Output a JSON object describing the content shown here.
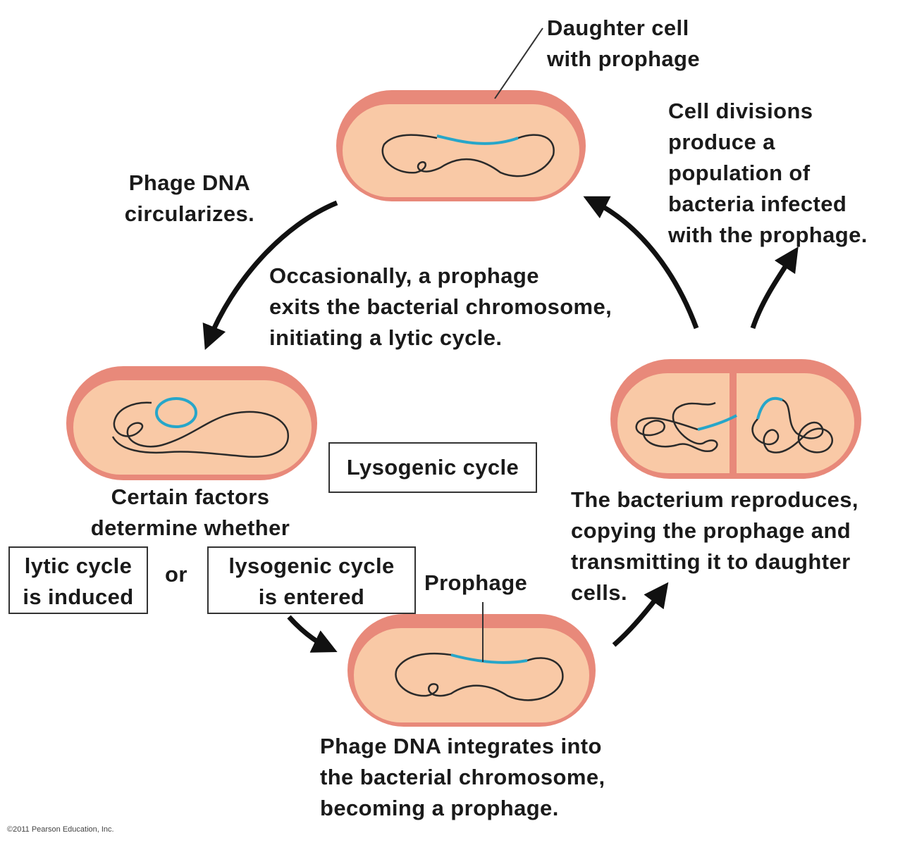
{
  "labels": {
    "daughter_cell": [
      "Daughter cell",
      "with prophage"
    ],
    "cell_divisions": [
      "Cell divisions",
      "produce a",
      "population of",
      "bacteria infected",
      "with the prophage."
    ],
    "circularizes": [
      "Phage DNA",
      "circularizes."
    ],
    "occasionally": [
      "Occasionally, a prophage",
      "exits the bacterial chromosome,",
      "initiating a lytic cycle."
    ],
    "certain_factors": [
      "Certain factors",
      "determine whether"
    ],
    "or_word": "or",
    "prophage": "Prophage",
    "reproduces": [
      "The bacterium reproduces,",
      "copying the prophage and",
      "transmitting it to daughter",
      "cells."
    ],
    "integrates": [
      "Phage DNA integrates into",
      "the bacterial chromosome,",
      "becoming a prophage."
    ]
  },
  "boxes": {
    "lysogenic_cycle": [
      "Lysogenic cycle"
    ],
    "lytic_induced": [
      "lytic cycle",
      "is induced"
    ],
    "lysogenic_entered": [
      "lysogenic cycle",
      "is entered"
    ]
  },
  "credit": "©2011 Pearson Education, Inc.",
  "colors": {
    "membrane": "#e8897a",
    "cytoplasm": "#f9c9a6",
    "chromosome": "#2a2a2a",
    "phage_dna": "#27a6c9",
    "arrow": "#111111"
  }
}
